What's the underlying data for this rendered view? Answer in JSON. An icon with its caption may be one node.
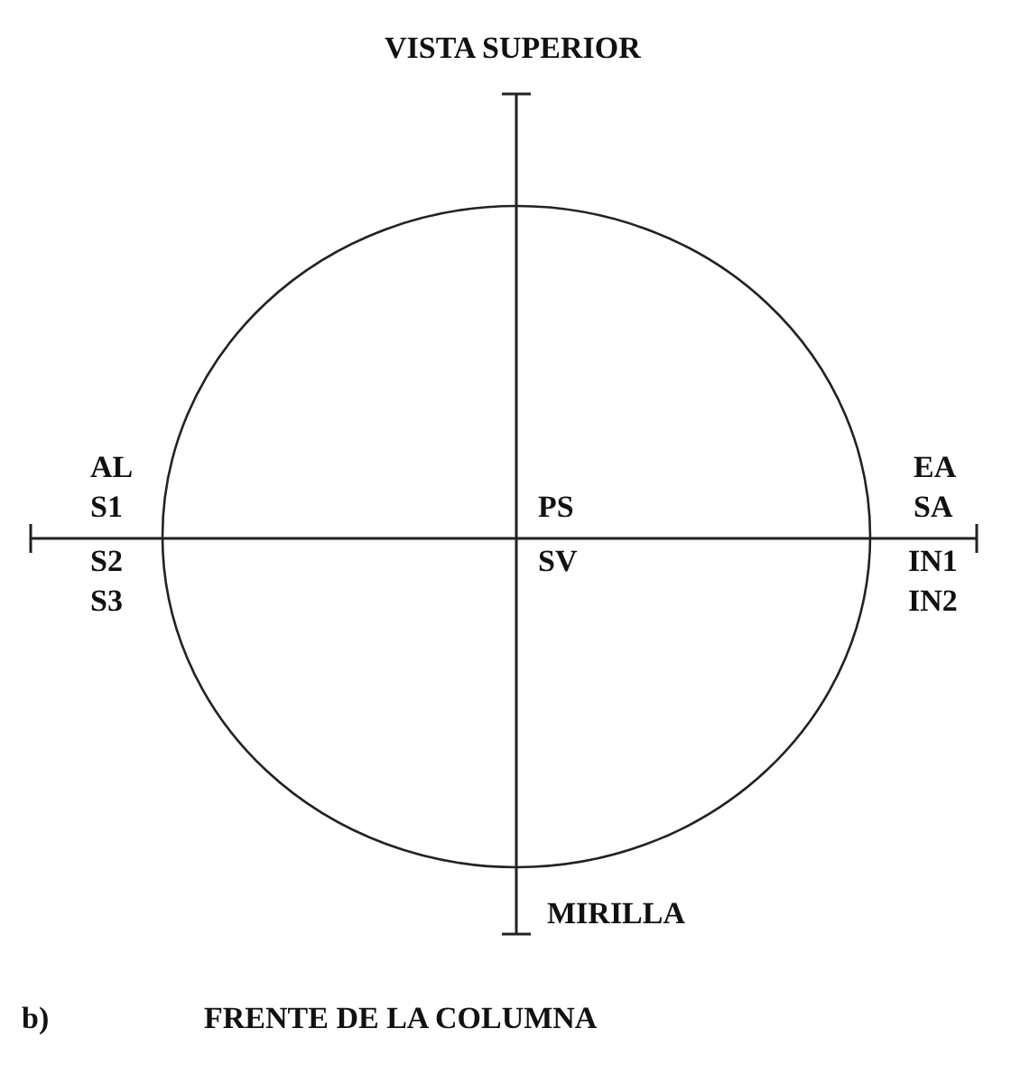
{
  "diagram": {
    "title": "VISTA SUPERIOR",
    "labels": [
      "AL",
      "EA",
      "S1",
      "PS",
      "SA",
      "S2",
      "SV",
      "IN1",
      "S3",
      "IN2",
      "MIRILLA",
      "b)",
      "FRENTE DE LA COLUMNA"
    ]
  }
}
